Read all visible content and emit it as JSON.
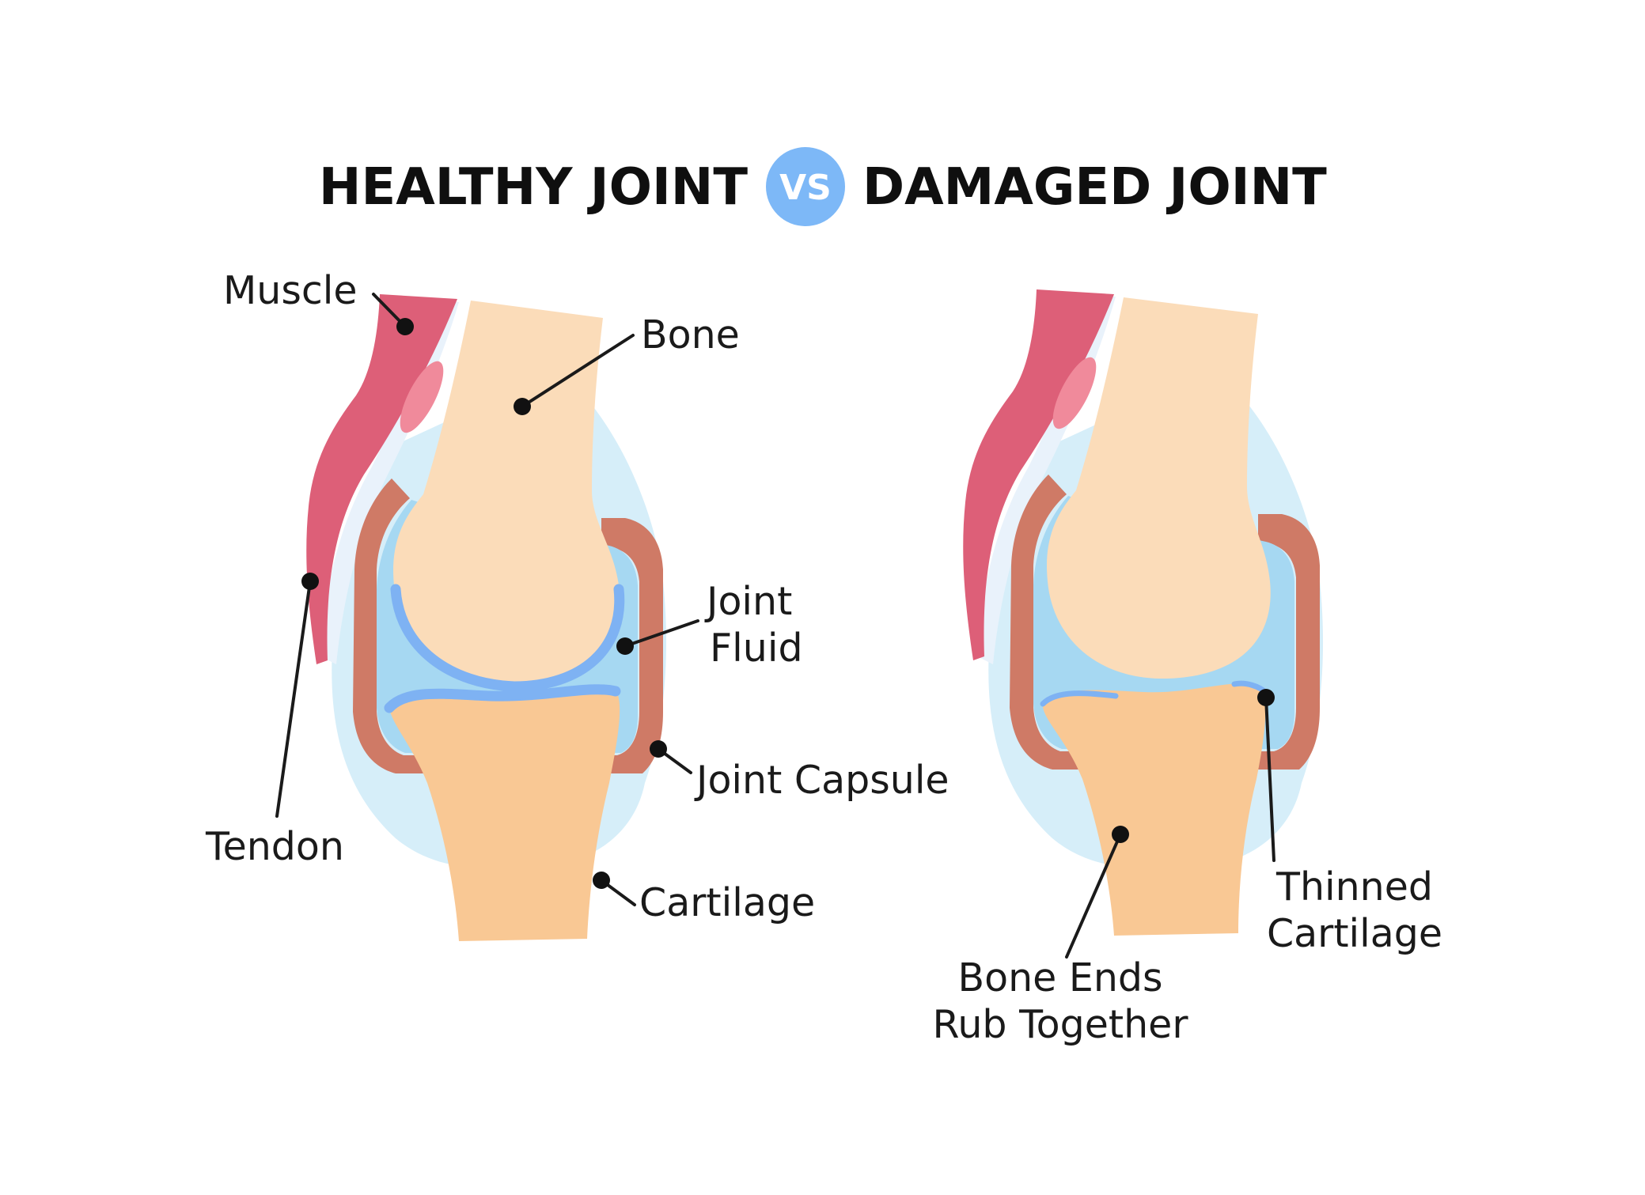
{
  "title": {
    "left": "HEALTHY JOINT",
    "vs": "VS",
    "right": "DAMAGED JOINT"
  },
  "healthy_labels": {
    "muscle": "Muscle",
    "bone": "Bone",
    "joint_fluid_line1": "Joint",
    "joint_fluid_line2": "Fluid",
    "joint_capsule": "Joint Capsule",
    "tendon": "Tendon",
    "cartilage": "Cartilage"
  },
  "damaged_labels": {
    "thinned_cartilage_line1": "Thinned",
    "thinned_cartilage_line2": "Cartilage",
    "bone_ends_line1": "Bone Ends",
    "bone_ends_line2": "Rub Together"
  },
  "colors": {
    "muscle": "#dd5f78",
    "muscle_highlight": "#f08a9b",
    "tendon_sheath": "#e9f2fb",
    "upper_bone": "#fbdcb9",
    "lower_bone": "#f9c894",
    "capsule_outer": "#d6eef9",
    "capsule_membrane": "#cf7a66",
    "joint_fluid": "#a6d8f2",
    "cartilage": "#7eb2f3",
    "vs_badge": "#7db8f7"
  }
}
